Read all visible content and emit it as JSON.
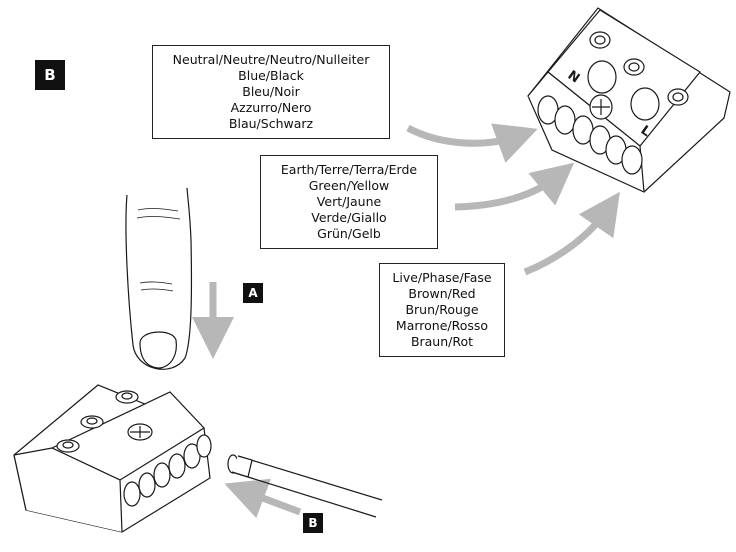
{
  "badges": {
    "b_top": "B",
    "a": "A",
    "b_bottom": "B"
  },
  "neutral": [
    "Neutral/Neutre/Neutro/Nulleiter",
    "Blue/Black",
    "Bleu/Noir",
    "Azzurro/Nero",
    "Blau/Schwarz"
  ],
  "earth": [
    "Earth/Terre/Terra/Erde",
    "Green/Yellow",
    "Vert/Jaune",
    "Verde/Giallo",
    "Grün/Gelb"
  ],
  "live": [
    "Live/Phase/Fase",
    "Brown/Red",
    "Brun/Rouge",
    "Marrone/Rosso",
    "Braun/Rot"
  ],
  "terminal_marks": {
    "n": "N",
    "l": "L"
  },
  "colors": {
    "arrow": "#b7b7b7",
    "line": "#1a1a1a",
    "badge": "#111111"
  }
}
